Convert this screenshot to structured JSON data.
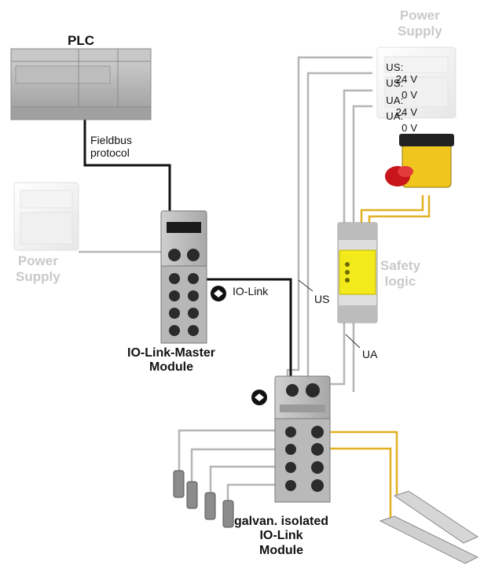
{
  "labels": {
    "plc": "PLC",
    "fieldbus": "Fieldbus\nprotocol",
    "power_supply_top": "Power\nSupply",
    "power_supply_left": "Power\nSupply",
    "safety_logic": "Safety\nlogic",
    "io_link": "IO-Link",
    "us": "US",
    "ua": "UA",
    "master_module": "IO-Link-Master\nModule",
    "isolated_module": "galvan. isolated\nIO-Link\nModule"
  },
  "voltages": [
    {
      "name": "US:",
      "value": "24 V"
    },
    {
      "name": "US:",
      "value": "0 V"
    },
    {
      "name": "UA:",
      "value": "24 V"
    },
    {
      "name": "UA:",
      "value": "0 V"
    }
  ],
  "colors": {
    "bus_cable": "#111111",
    "supply_wire": "#b5b5b5",
    "safety_wire": "#e2b020",
    "label_muted": "#c9c9c9"
  }
}
